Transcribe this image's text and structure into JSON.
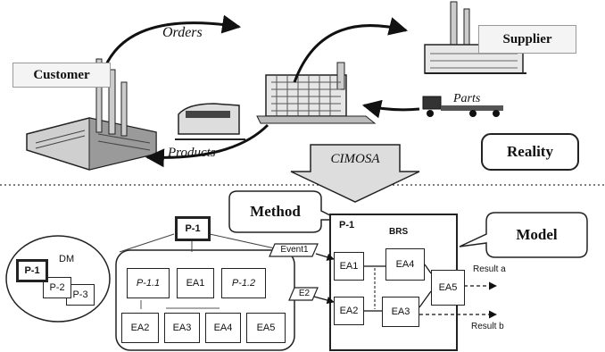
{
  "reality": {
    "customer": "Customer",
    "supplier": "Supplier",
    "orders": "Orders",
    "products": "Products",
    "parts": "Parts",
    "reality": "Reality"
  },
  "method": {
    "cimosa": "CIMOSA",
    "method": "Method",
    "model": "Model"
  },
  "dm": {
    "label": "DM",
    "p1": "P-1",
    "p2": "P-2",
    "p3": "P-3"
  },
  "decomposition": {
    "root": "P-1",
    "row1": [
      "P-1.1",
      "EA1",
      "P-1.2"
    ],
    "row2": [
      "EA2",
      "EA3",
      "EA4",
      "EA5"
    ]
  },
  "process_model": {
    "title": "P-1",
    "brs": "BRS",
    "event1": "Event1",
    "e2": "E2",
    "ea1": "EA1",
    "ea2": "EA2",
    "ea3": "EA3",
    "ea4": "EA4",
    "ea5": "EA5",
    "result_a": "Result a",
    "result_b": "Result b"
  }
}
